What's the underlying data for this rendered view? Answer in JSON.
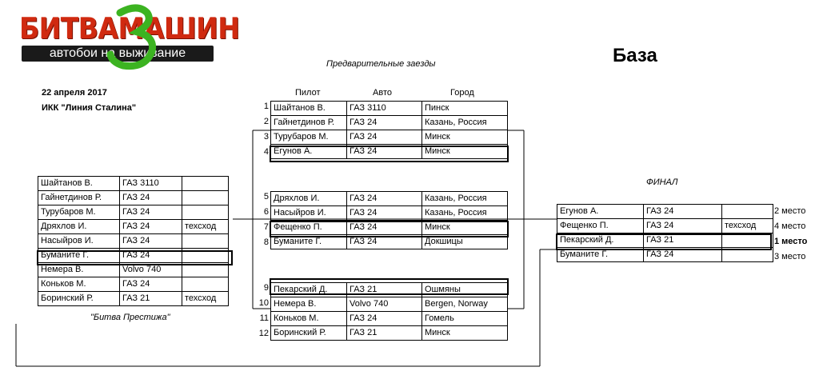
{
  "logo": {
    "title": "БИТВАМАШИН",
    "subtitle": "автобои на выживание",
    "mark": "3"
  },
  "page_title": "База",
  "date": "22 апреля 2017",
  "venue": "ИКК \"Линия Сталина\"",
  "prelim_title": "Предварительные заезды",
  "headers": {
    "pilot": "Пилот",
    "auto": "Авто",
    "city": "Город"
  },
  "prelim": [
    {
      "n": "1",
      "pilot": "Шайтанов В.",
      "auto": "ГАЗ 3110",
      "city": "Пинск"
    },
    {
      "n": "2",
      "pilot": "Гайнетдинов Р.",
      "auto": "ГАЗ 24",
      "city": "Казань, Россия"
    },
    {
      "n": "3",
      "pilot": "Турубаров М.",
      "auto": "ГАЗ 24",
      "city": "Минск"
    },
    {
      "n": "4",
      "pilot": "Егунов А.",
      "auto": "ГАЗ 24",
      "city": "Минск"
    },
    {
      "n": "5",
      "pilot": "Дряхлов И.",
      "auto": "ГАЗ 24",
      "city": "Казань, Россия"
    },
    {
      "n": "6",
      "pilot": "Насыйров И.",
      "auto": "ГАЗ 24",
      "city": "Казань, Россия"
    },
    {
      "n": "7",
      "pilot": "Фещенко П.",
      "auto": "ГАЗ 24",
      "city": "Минск"
    },
    {
      "n": "8",
      "pilot": "Буманите Г.",
      "auto": "ГАЗ 24",
      "city": "Докшицы"
    },
    {
      "n": "9",
      "pilot": "Пекарский Д.",
      "auto": "ГАЗ 21",
      "city": "Ошмяны"
    },
    {
      "n": "10",
      "pilot": "Немера В.",
      "auto": "Volvo 740",
      "city": "Bergen, Norway"
    },
    {
      "n": "11",
      "pilot": "Коньков М.",
      "auto": "ГАЗ 24",
      "city": "Гомель"
    },
    {
      "n": "12",
      "pilot": "Боринский Р.",
      "auto": "ГАЗ 21",
      "city": "Минск"
    }
  ],
  "prestige_title": "\"Битва Престижа\"",
  "prestige": [
    {
      "pilot": "Шайтанов В.",
      "auto": "ГАЗ 3110",
      "note": ""
    },
    {
      "pilot": "Гайнетдинов Р.",
      "auto": "ГАЗ 24",
      "note": ""
    },
    {
      "pilot": "Турубаров М.",
      "auto": "ГАЗ 24",
      "note": ""
    },
    {
      "pilot": "Дряхлов И.",
      "auto": "ГАЗ 24",
      "note": "техсход"
    },
    {
      "pilot": "Насыйров И.",
      "auto": "ГАЗ 24",
      "note": ""
    },
    {
      "pilot": "Буманите Г.",
      "auto": "ГАЗ 24",
      "note": ""
    },
    {
      "pilot": "Немера В.",
      "auto": "Volvo 740",
      "note": ""
    },
    {
      "pilot": "Коньков М.",
      "auto": "ГАЗ 24",
      "note": ""
    },
    {
      "pilot": "Боринский Р.",
      "auto": "ГАЗ 21",
      "note": "техсход"
    }
  ],
  "final_title": "ФИНАЛ",
  "final": [
    {
      "pilot": "Егунов А.",
      "auto": "ГАЗ 24",
      "note": "",
      "place": "2 место"
    },
    {
      "pilot": "Фещенко П.",
      "auto": "ГАЗ 24",
      "note": "техсход",
      "place": "4 место"
    },
    {
      "pilot": "Пекарский Д.",
      "auto": "ГАЗ 21",
      "note": "",
      "place": "1 место"
    },
    {
      "pilot": "Буманите Г.",
      "auto": "ГАЗ 24",
      "note": "",
      "place": "3 место"
    }
  ]
}
